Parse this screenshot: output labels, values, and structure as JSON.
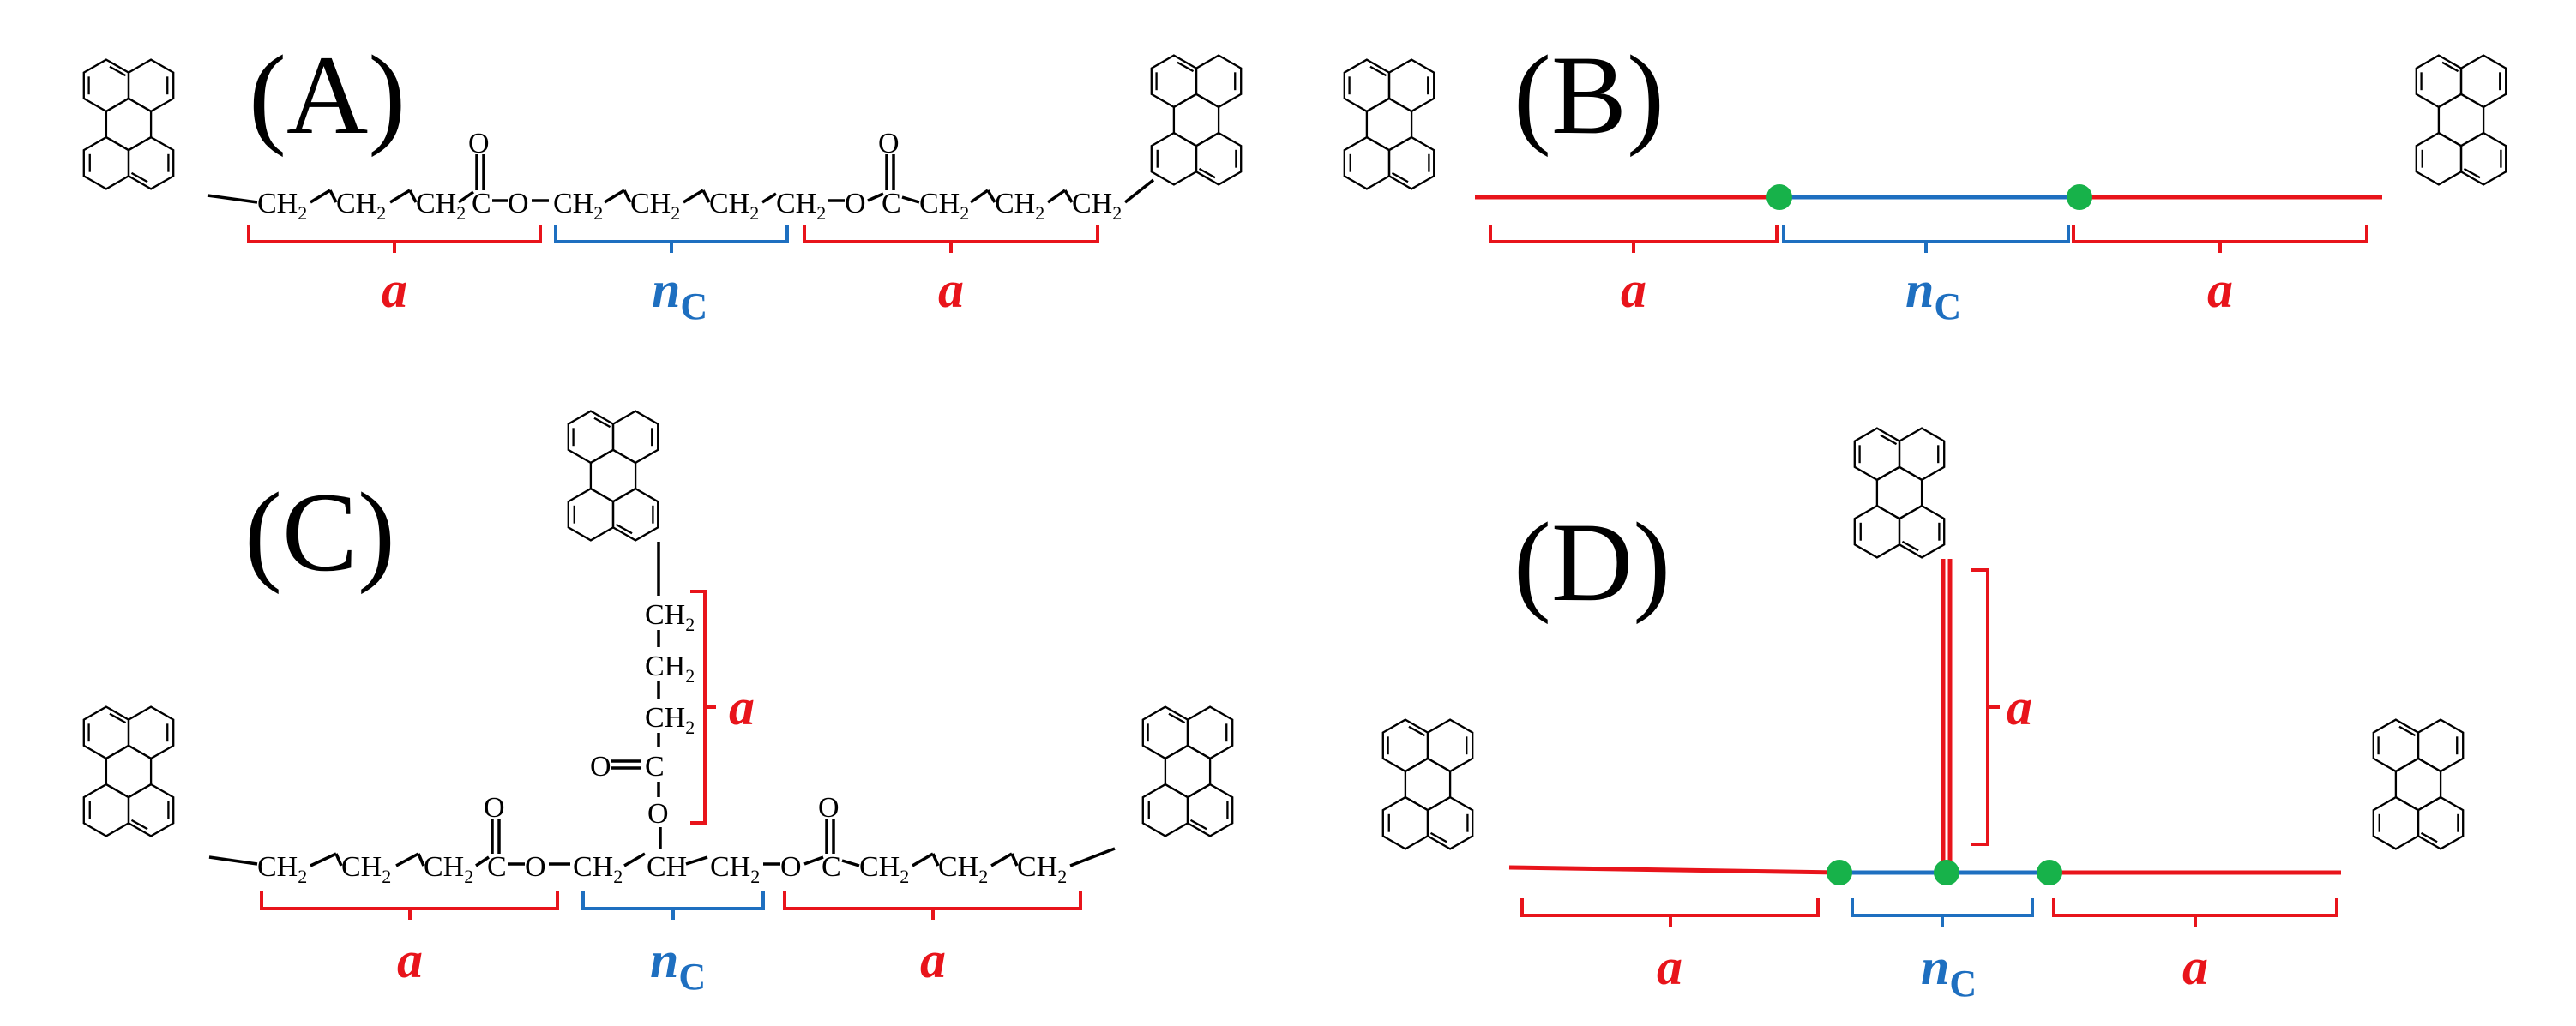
{
  "panels": {
    "A": {
      "label": "(A)"
    },
    "B": {
      "label": "(B)"
    },
    "C": {
      "label": "(C)"
    },
    "D": {
      "label": "(D)"
    }
  },
  "labels": {
    "a": "a",
    "n": "n",
    "n_sub": "C"
  },
  "chem": {
    "ch2": "CH",
    "ch": "CH",
    "sub2": "2",
    "o": "O",
    "c": "C"
  },
  "colors": {
    "red": "#e8141b",
    "blue": "#1e6fc0",
    "green": "#17b24a",
    "black": "#000000"
  },
  "icons": [
    "pyrene-icon"
  ]
}
